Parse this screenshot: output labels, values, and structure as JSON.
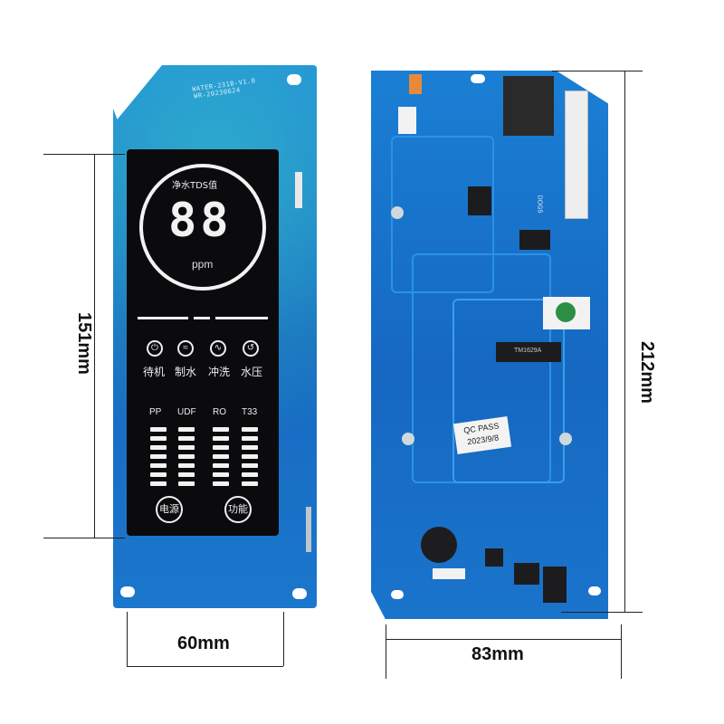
{
  "dimensions": {
    "left_height": "151mm",
    "left_width": "60mm",
    "right_height": "212mm",
    "right_width": "83mm"
  },
  "left_board": {
    "silkscreen": [
      "WATER-231B-V1.0",
      "WR-20230624"
    ],
    "display": {
      "tds_label": "净水TDS值",
      "digits": "88",
      "unit": "ppm",
      "modes": [
        {
          "label": "待机",
          "icon": "standby-icon"
        },
        {
          "label": "制水",
          "icon": "water-make-icon"
        },
        {
          "label": "冲洗",
          "icon": "flush-icon"
        },
        {
          "label": "水压",
          "icon": "pressure-icon"
        }
      ],
      "filters": [
        "PP",
        "UDF",
        "RO",
        "T33"
      ],
      "buttons": [
        "电源",
        "功能"
      ]
    }
  },
  "right_board": {
    "qc_text": "QC PASS",
    "qc_date": "2023/9/8",
    "chip_label": "TM1629A",
    "side_label": "DOG5"
  },
  "colors": {
    "pcb_blue": "#1769bf",
    "display_black": "#0b0b0e",
    "segment_white": "#f2f2f2"
  }
}
